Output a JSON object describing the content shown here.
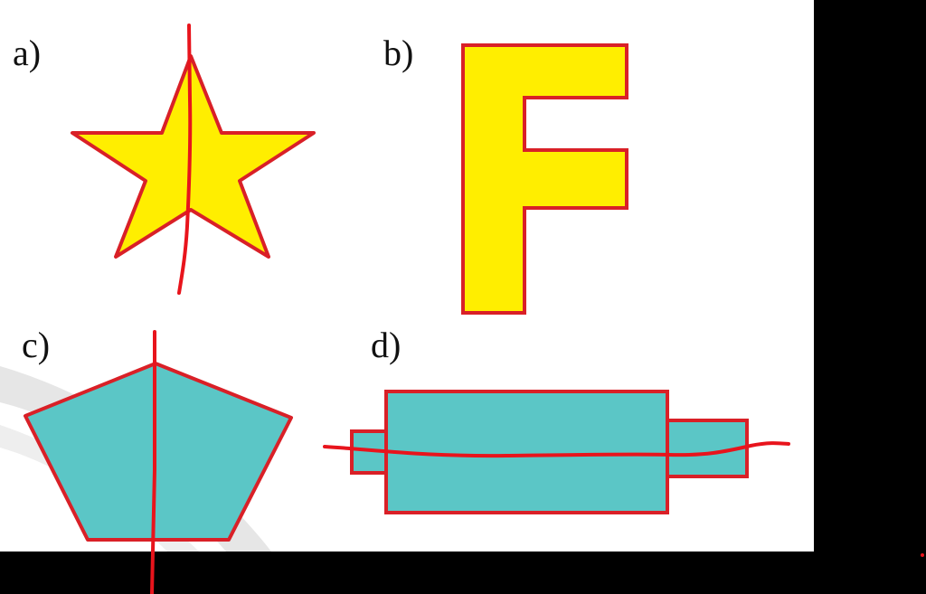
{
  "labels": {
    "a": "a)",
    "b": "b)",
    "c": "c)",
    "d": "d)"
  },
  "colors": {
    "page_background": "#ffffff",
    "outer_background": "#000000",
    "yellow_fill": "#ffee00",
    "teal_fill": "#5bc6c6",
    "outline": "#d92027",
    "drawn_axis": "#e8141c",
    "watermark_swoosh": "#e4e4e4"
  },
  "figures": [
    {
      "label_key": "a",
      "shape": "five-pointed star",
      "fill": "yellow",
      "symmetry_axis_drawn": "vertical"
    },
    {
      "label_key": "b",
      "shape": "letter F",
      "fill": "yellow",
      "symmetry_axis_drawn": "none"
    },
    {
      "label_key": "c",
      "shape": "regular pentagon",
      "fill": "teal",
      "symmetry_axis_drawn": "vertical"
    },
    {
      "label_key": "d",
      "shape": "roller (wide rectangle with two end caps)",
      "fill": "teal",
      "symmetry_axis_drawn": "horizontal"
    }
  ]
}
